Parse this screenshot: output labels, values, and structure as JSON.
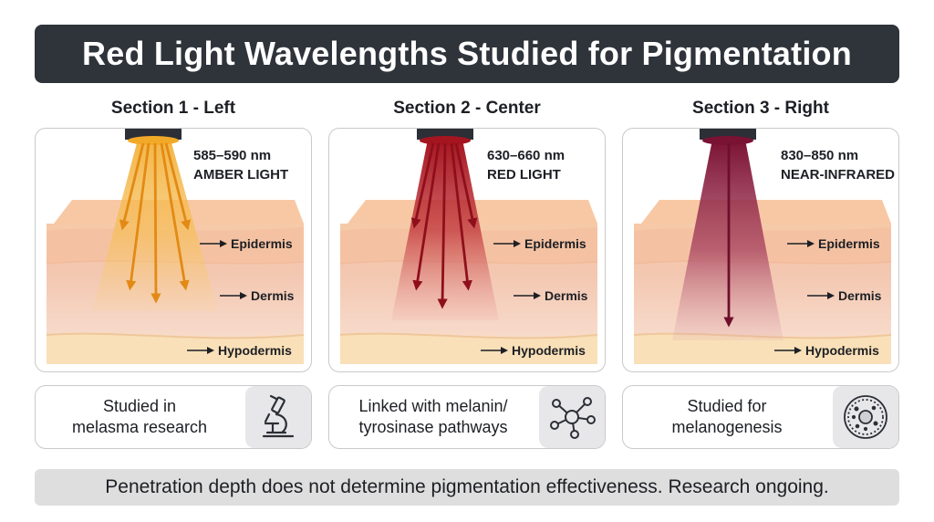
{
  "title": "Red Light Wavelengths Studied for Pigmentation",
  "sections": [
    {
      "heading": "Section 1 - Left",
      "wavelength": "585–590 nm",
      "light_name": "AMBER LIGHT",
      "beam_color": "#f3b13b",
      "layers": [
        "Epidermis",
        "Dermis",
        "Hypodermis"
      ],
      "note_line1": "Studied in",
      "note_line2": "melasma research",
      "icon": "microscope-icon"
    },
    {
      "heading": "Section 2 - Center",
      "wavelength": "630–660 nm",
      "light_name": "RED LIGHT",
      "beam_color": "#b3232c",
      "layers": [
        "Epidermis",
        "Dermis",
        "Hypodermis"
      ],
      "note_line1": "Linked with melanin/",
      "note_line2": "tyrosinase pathways",
      "icon": "molecule-icon"
    },
    {
      "heading": "Section 3 - Right",
      "wavelength": "830–850 nm",
      "light_name": "NEAR-INFRARED",
      "beam_color": "#8b1d3c",
      "layers": [
        "Epidermis",
        "Dermis",
        "Hypodermis"
      ],
      "note_line1": "Studied for",
      "note_line2": "melanogenesis",
      "icon": "cell-icon"
    }
  ],
  "footer": "Penetration depth does not determine pigmentation effectiveness. Research ongoing."
}
